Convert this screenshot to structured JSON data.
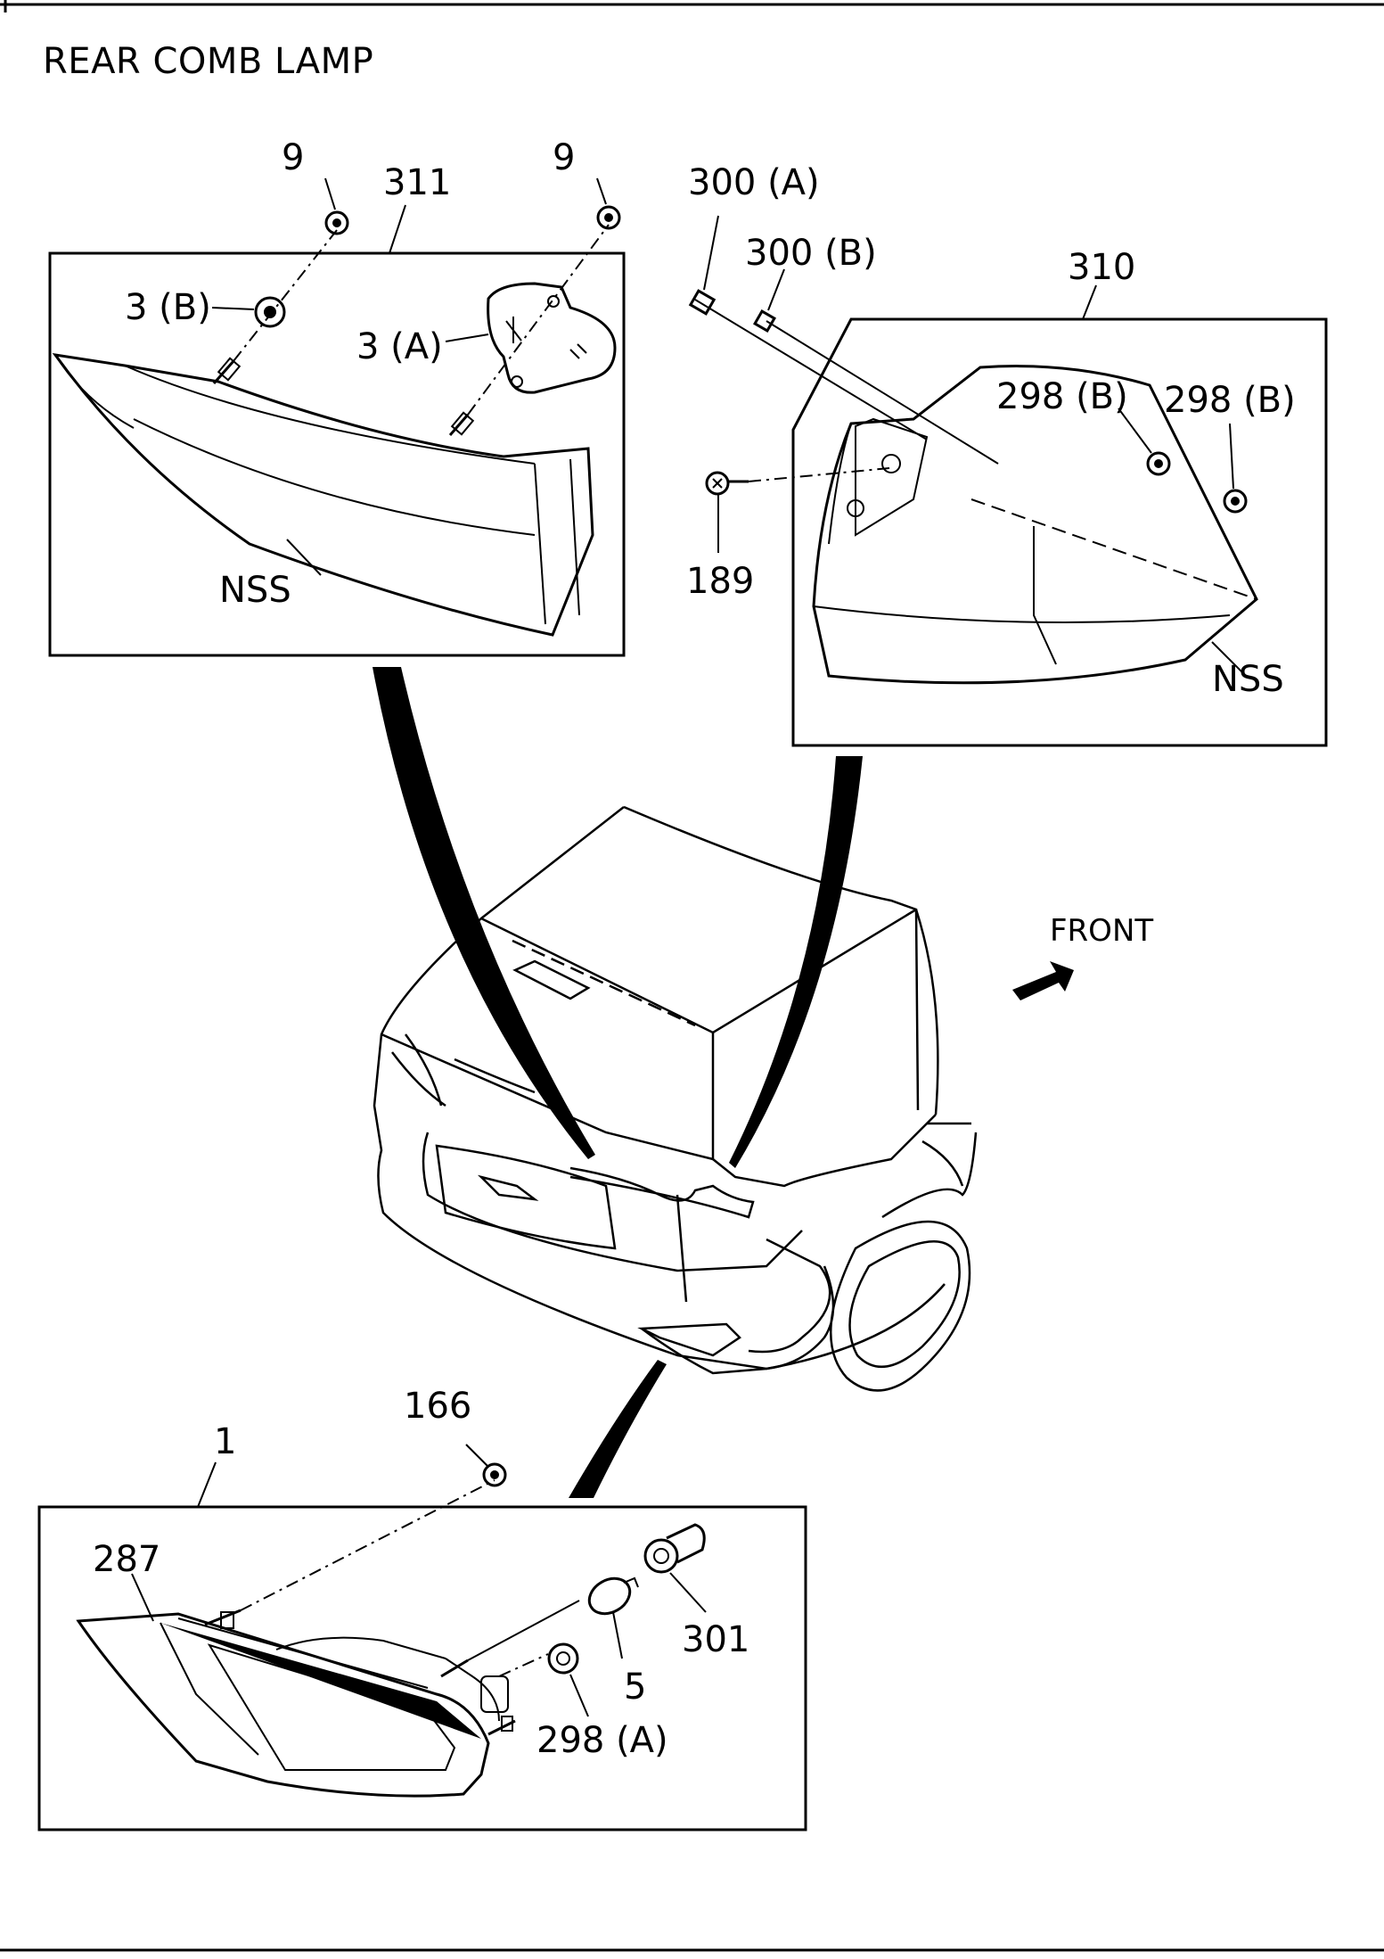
{
  "title": "REAR COMB LAMP",
  "labels": {
    "front": "FRONT",
    "box_311": {
      "ref": "311",
      "nut_left": "9",
      "nut_right": "9",
      "grommet_b": "3 (B)",
      "bracket_a": "3 (A)",
      "side": "NSS"
    },
    "box_310": {
      "ref": "310",
      "bolt_a": "300 (A)",
      "bolt_b": "300 (B)",
      "nut_b_left": "298 (B)",
      "nut_b_right": "298 (B)",
      "screw": "189",
      "side": "NSS"
    },
    "box_1": {
      "ref": "1",
      "nut": "166",
      "lens": "287",
      "bulb": "5",
      "socket": "301",
      "nut_a": "298 (A)"
    }
  }
}
